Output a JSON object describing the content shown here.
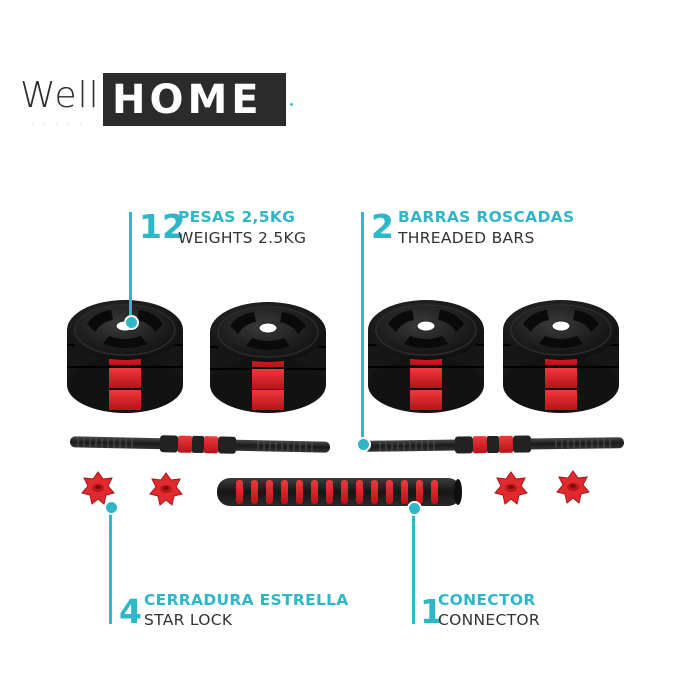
{
  "brand": {
    "logo_part1": "Well",
    "logo_part2": "HOME",
    "logo_sub": "· · · · ·"
  },
  "callouts": {
    "weights": {
      "number": "12",
      "label_es": "PESAS 2,5KG",
      "label_en": "WEIGHTS 2.5KG"
    },
    "bars": {
      "number": "2",
      "label_es": "BARRAS ROSCADAS",
      "label_en": "THREADED BARS"
    },
    "lock": {
      "number": "4",
      "label_es": "CERRADURA ESTRELLA",
      "label_en": "STAR LOCK"
    },
    "connector": {
      "number": "1",
      "label_es": "CONECTOR",
      "label_en": "CONNECTOR"
    }
  },
  "colors": {
    "accent": "#2fb6c8",
    "plate": "#1c1c1c",
    "grip_red": "#e0262b",
    "logo_dark": "#2b2b2b"
  },
  "product_items": [
    "weight-plate-stack",
    "threaded-bar",
    "star-lock",
    "connector-tube"
  ]
}
